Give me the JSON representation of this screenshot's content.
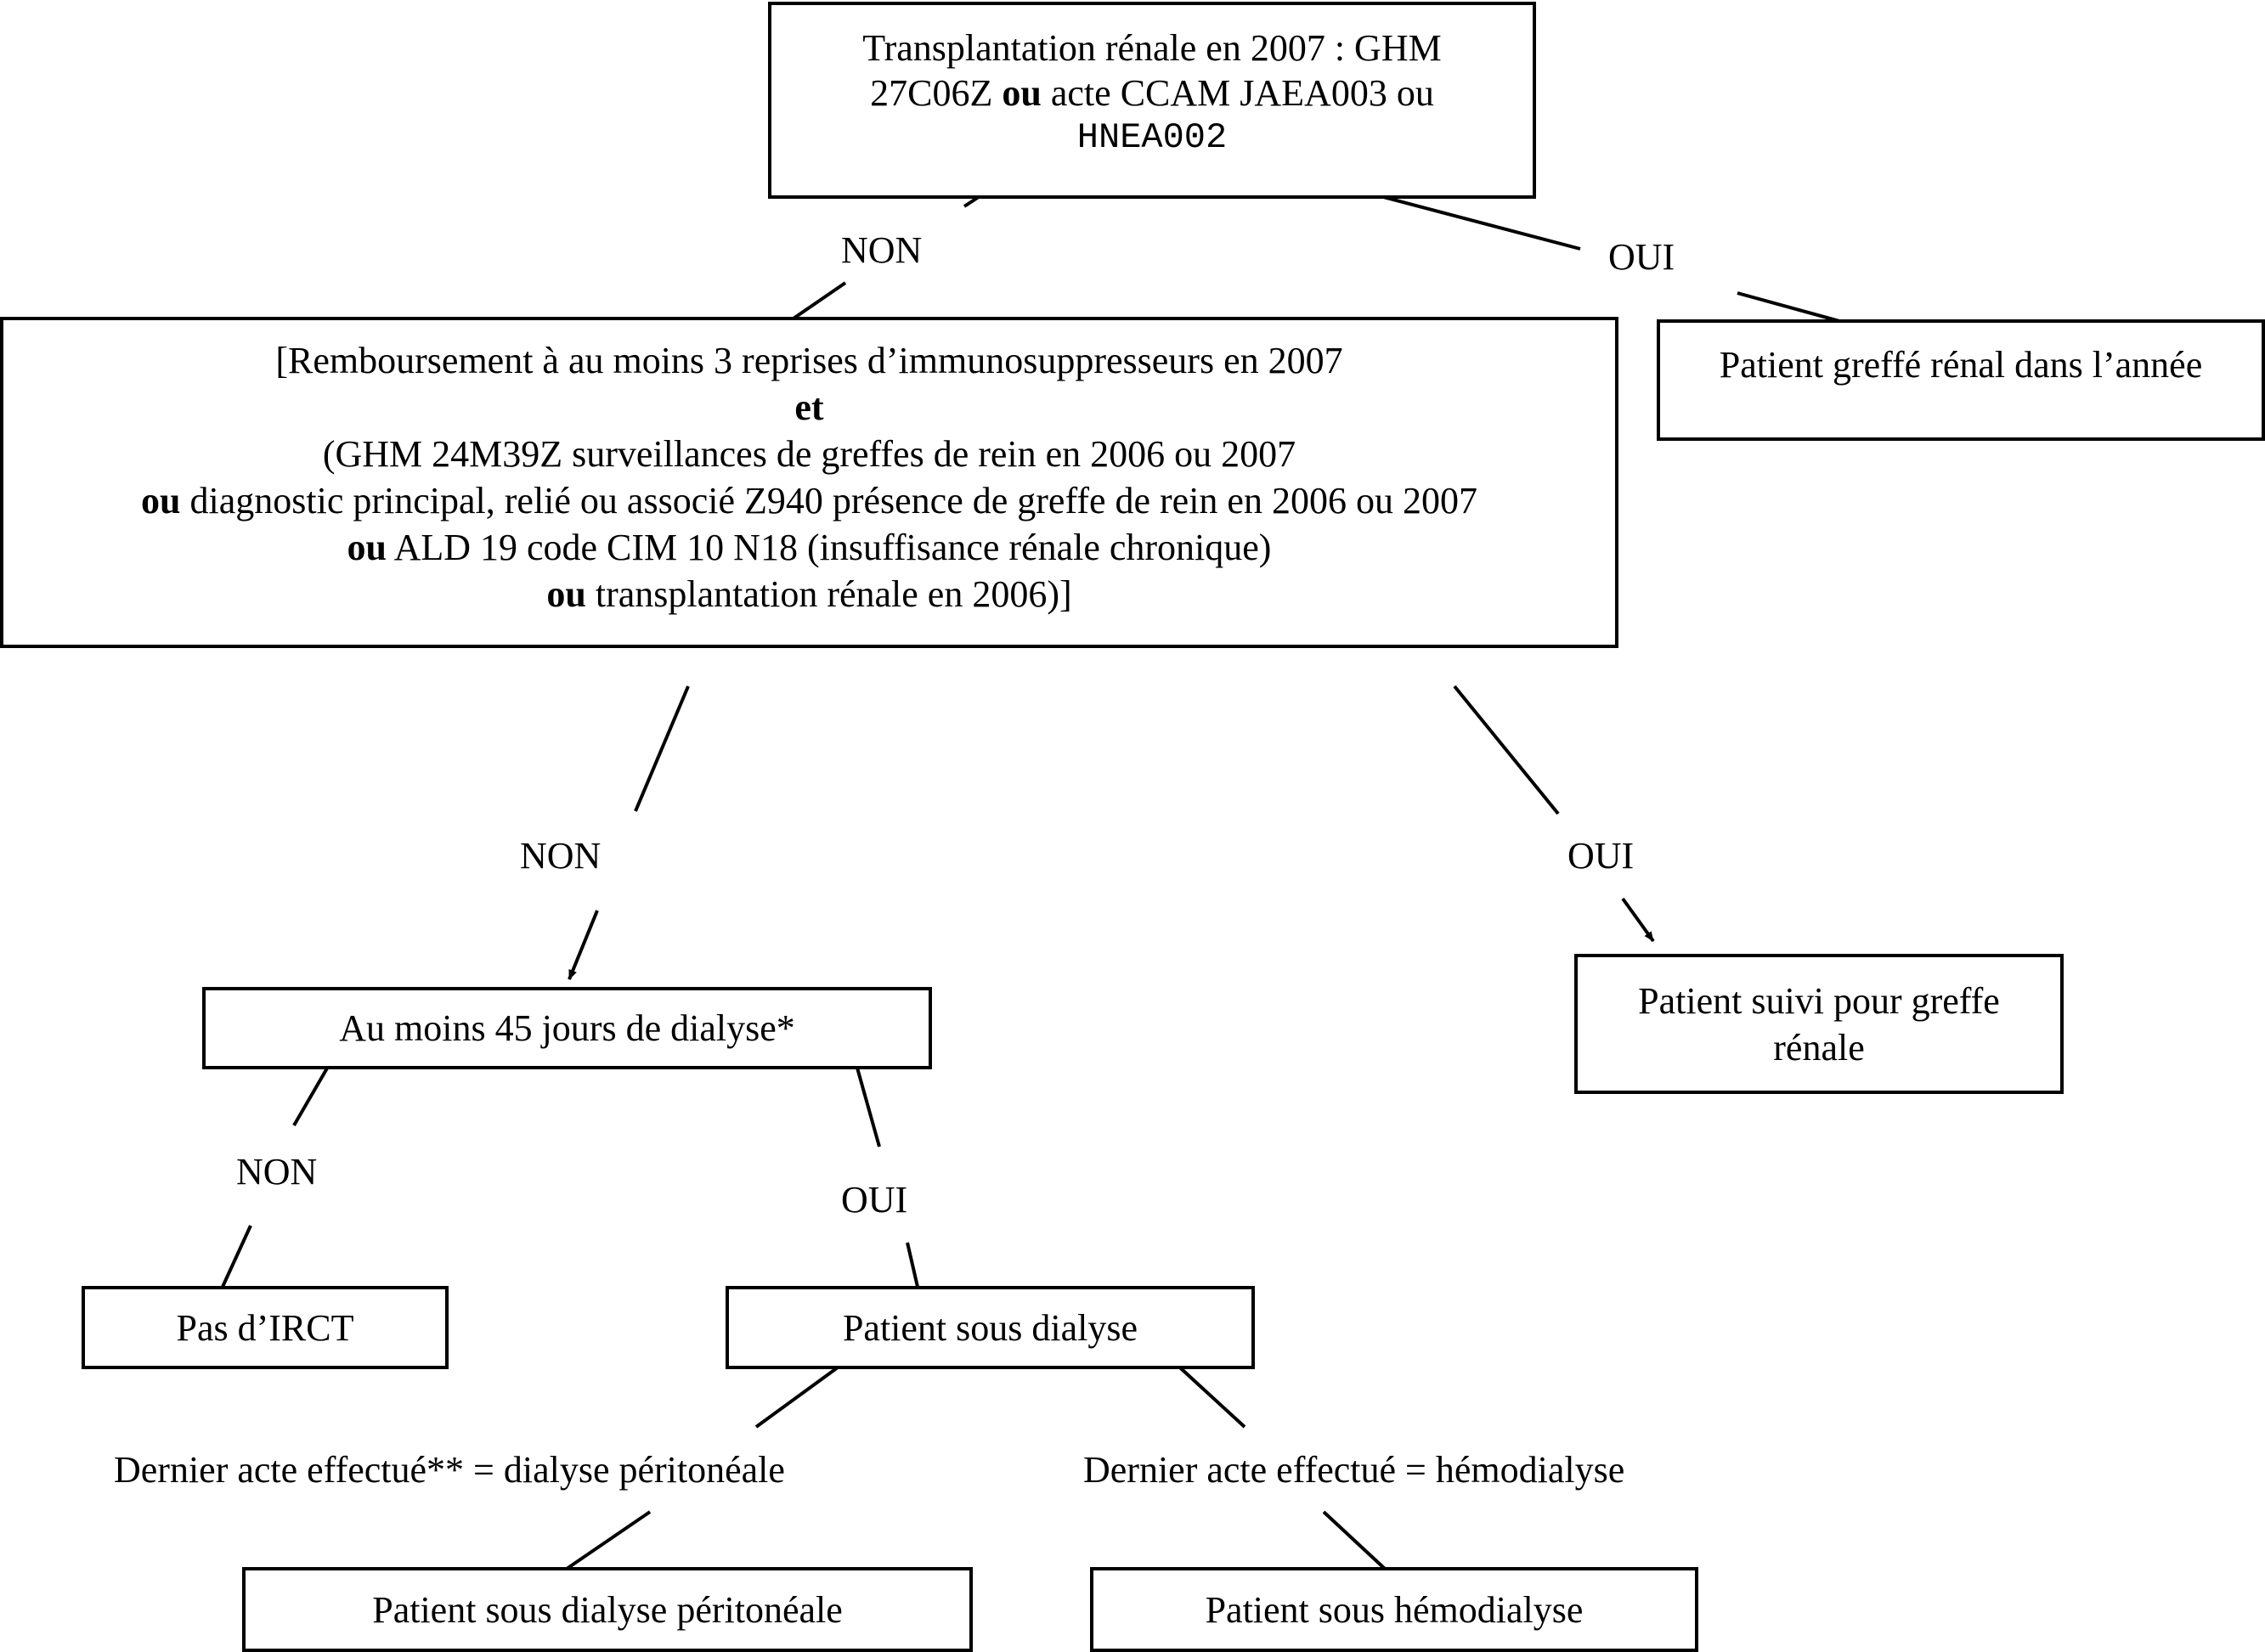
{
  "root": {
    "line1": "Transplantation rénale en 2007 : GHM",
    "line2_a": "27C06Z ",
    "line2_bold": "ou",
    "line2_b": " acte CCAM JAEA003 ou",
    "line3": "HNEA002"
  },
  "criteria": {
    "line1": "[Remboursement à au moins 3 reprises d’immunosuppresseurs en 2007",
    "line2_bold": "et",
    "line3": "(GHM 24M39Z surveillances de greffes de rein en 2006 ou 2007",
    "line4_bold": "ou",
    "line4": " diagnostic principal, relié ou associé Z940 présence de greffe de rein en 2006 ou 2007",
    "line5_bold": "ou",
    "line5": " ALD 19 code CIM 10 N18 (insuffisance rénale chronique)",
    "line6_bold": "ou",
    "line6": " transplantation rénale en 2006)]"
  },
  "greffe_annee": "Patient greffé rénal dans l’année",
  "suivi_greffe": {
    "line1": "Patient suivi pour greffe",
    "line2": "rénale"
  },
  "dialyse_45": "Au moins 45 jours de dialyse*",
  "pas_irct": "Pas d’IRCT",
  "sous_dialyse": "Patient sous dialyse",
  "dialyse_peritoneale": "Patient sous dialyse péritonéale",
  "hemodialyse": "Patient sous hémodialyse",
  "labels": {
    "non_1": "NON",
    "oui_1": "OUI",
    "non_2": "NON",
    "oui_2": "OUI",
    "non_3": "NON",
    "oui_3": "OUI",
    "cond_peritoneale": "Dernier acte effectué** = dialyse péritonéale",
    "cond_hemodialyse": "Dernier acte effectué = hémodialyse"
  }
}
